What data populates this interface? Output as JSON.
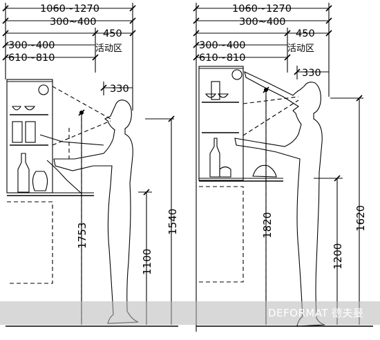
{
  "left": {
    "dims": {
      "total_range": "1060~1270",
      "reach_range": "300~400",
      "activity_depth": "450",
      "cabinet_depth": "300~400",
      "eye_offset": "610~810",
      "activity_zone": "活动区",
      "head_clear": "330",
      "eye_height": "1753",
      "shelf_height": "1540",
      "counter_height": "1100"
    }
  },
  "right": {
    "dims": {
      "total_range": "1060~1270",
      "reach_range": "300~400",
      "activity_depth": "450",
      "cabinet_depth": "300~400",
      "eye_offset": "610~810",
      "activity_zone": "活动区",
      "head_clear": "330",
      "reach_height": "1820",
      "eye_height": "1620",
      "counter_height": "1200"
    }
  },
  "watermark": {
    "brand": "DEFORMAT",
    "chinese": "德夫曼"
  }
}
